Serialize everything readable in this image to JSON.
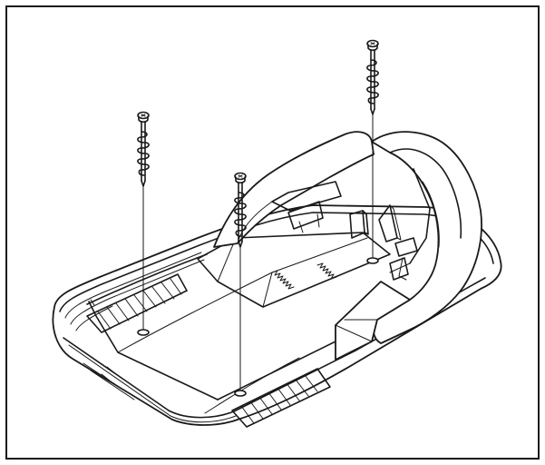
{
  "figure": {
    "subject": "robotic-lawnmower-base-with-ground-pegs",
    "colors": {
      "line": "#1a1a1a",
      "background": "#ffffff"
    },
    "pegs": [
      {
        "name": "peg-left"
      },
      {
        "name": "peg-center"
      },
      {
        "name": "peg-right"
      }
    ],
    "icons": [
      "screw-peg-icon",
      "charging-station-base"
    ]
  }
}
